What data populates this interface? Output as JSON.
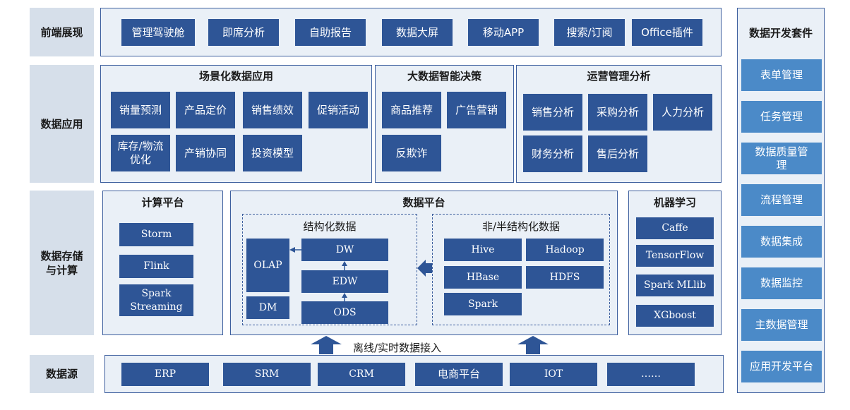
{
  "rows": {
    "frontend": {
      "label": "前端展现",
      "items": [
        "管理驾驶舱",
        "即席分析",
        "自助报告",
        "数据大屏",
        "移动APP",
        "搜索/订阅",
        "Office插件"
      ]
    },
    "apps": {
      "label": "数据应用",
      "scene": {
        "title": "场景化数据应用",
        "items": [
          "销量预测",
          "产品定价",
          "销售绩效",
          "促销活动",
          "库存/物流优化",
          "产销协同",
          "投资模型"
        ]
      },
      "bigdata": {
        "title": "大数据智能决策",
        "items": [
          "商品推荐",
          "广告营销",
          "反欺诈"
        ]
      },
      "ops": {
        "title": "运营管理分析",
        "items": [
          "销售分析",
          "采购分析",
          "人力分析",
          "财务分析",
          "售后分析"
        ]
      }
    },
    "storage": {
      "label": "数据存储与计算",
      "compute": {
        "title": "计算平台",
        "items": [
          "Storm",
          "Flink",
          "Spark Streaming"
        ]
      },
      "platform": {
        "title": "数据平台",
        "structured": {
          "title": "结构化数据",
          "olap": "OLAP",
          "dm": "DM",
          "layers": [
            "DW",
            "EDW",
            "ODS"
          ]
        },
        "unstructured": {
          "title": "非/半结构化数据",
          "items": [
            "Hive",
            "Hadoop",
            "HBase",
            "HDFS",
            "Spark"
          ]
        }
      },
      "ml": {
        "title": "机器学习",
        "items": [
          "Caffe",
          "TensorFlow",
          "Spark MLlib",
          "XGboost"
        ]
      }
    },
    "source": {
      "label": "数据源",
      "ingest_label": "离线/实时数据接入",
      "items": [
        "ERP",
        "SRM",
        "CRM",
        "电商平台",
        "IOT",
        "……"
      ]
    }
  },
  "devkit": {
    "title": "数据开发套件",
    "items": [
      "表单管理",
      "任务管理",
      "数据质量管理",
      "流程管理",
      "数据集成",
      "数据监控",
      "主数据管理",
      "应用开发平台"
    ]
  },
  "colors": {
    "box": "#2e5596",
    "side_box": "#4b8ac8",
    "panel": "#eaf0f7",
    "row_label": "#d6dfea",
    "border": "#3d5f9e"
  }
}
